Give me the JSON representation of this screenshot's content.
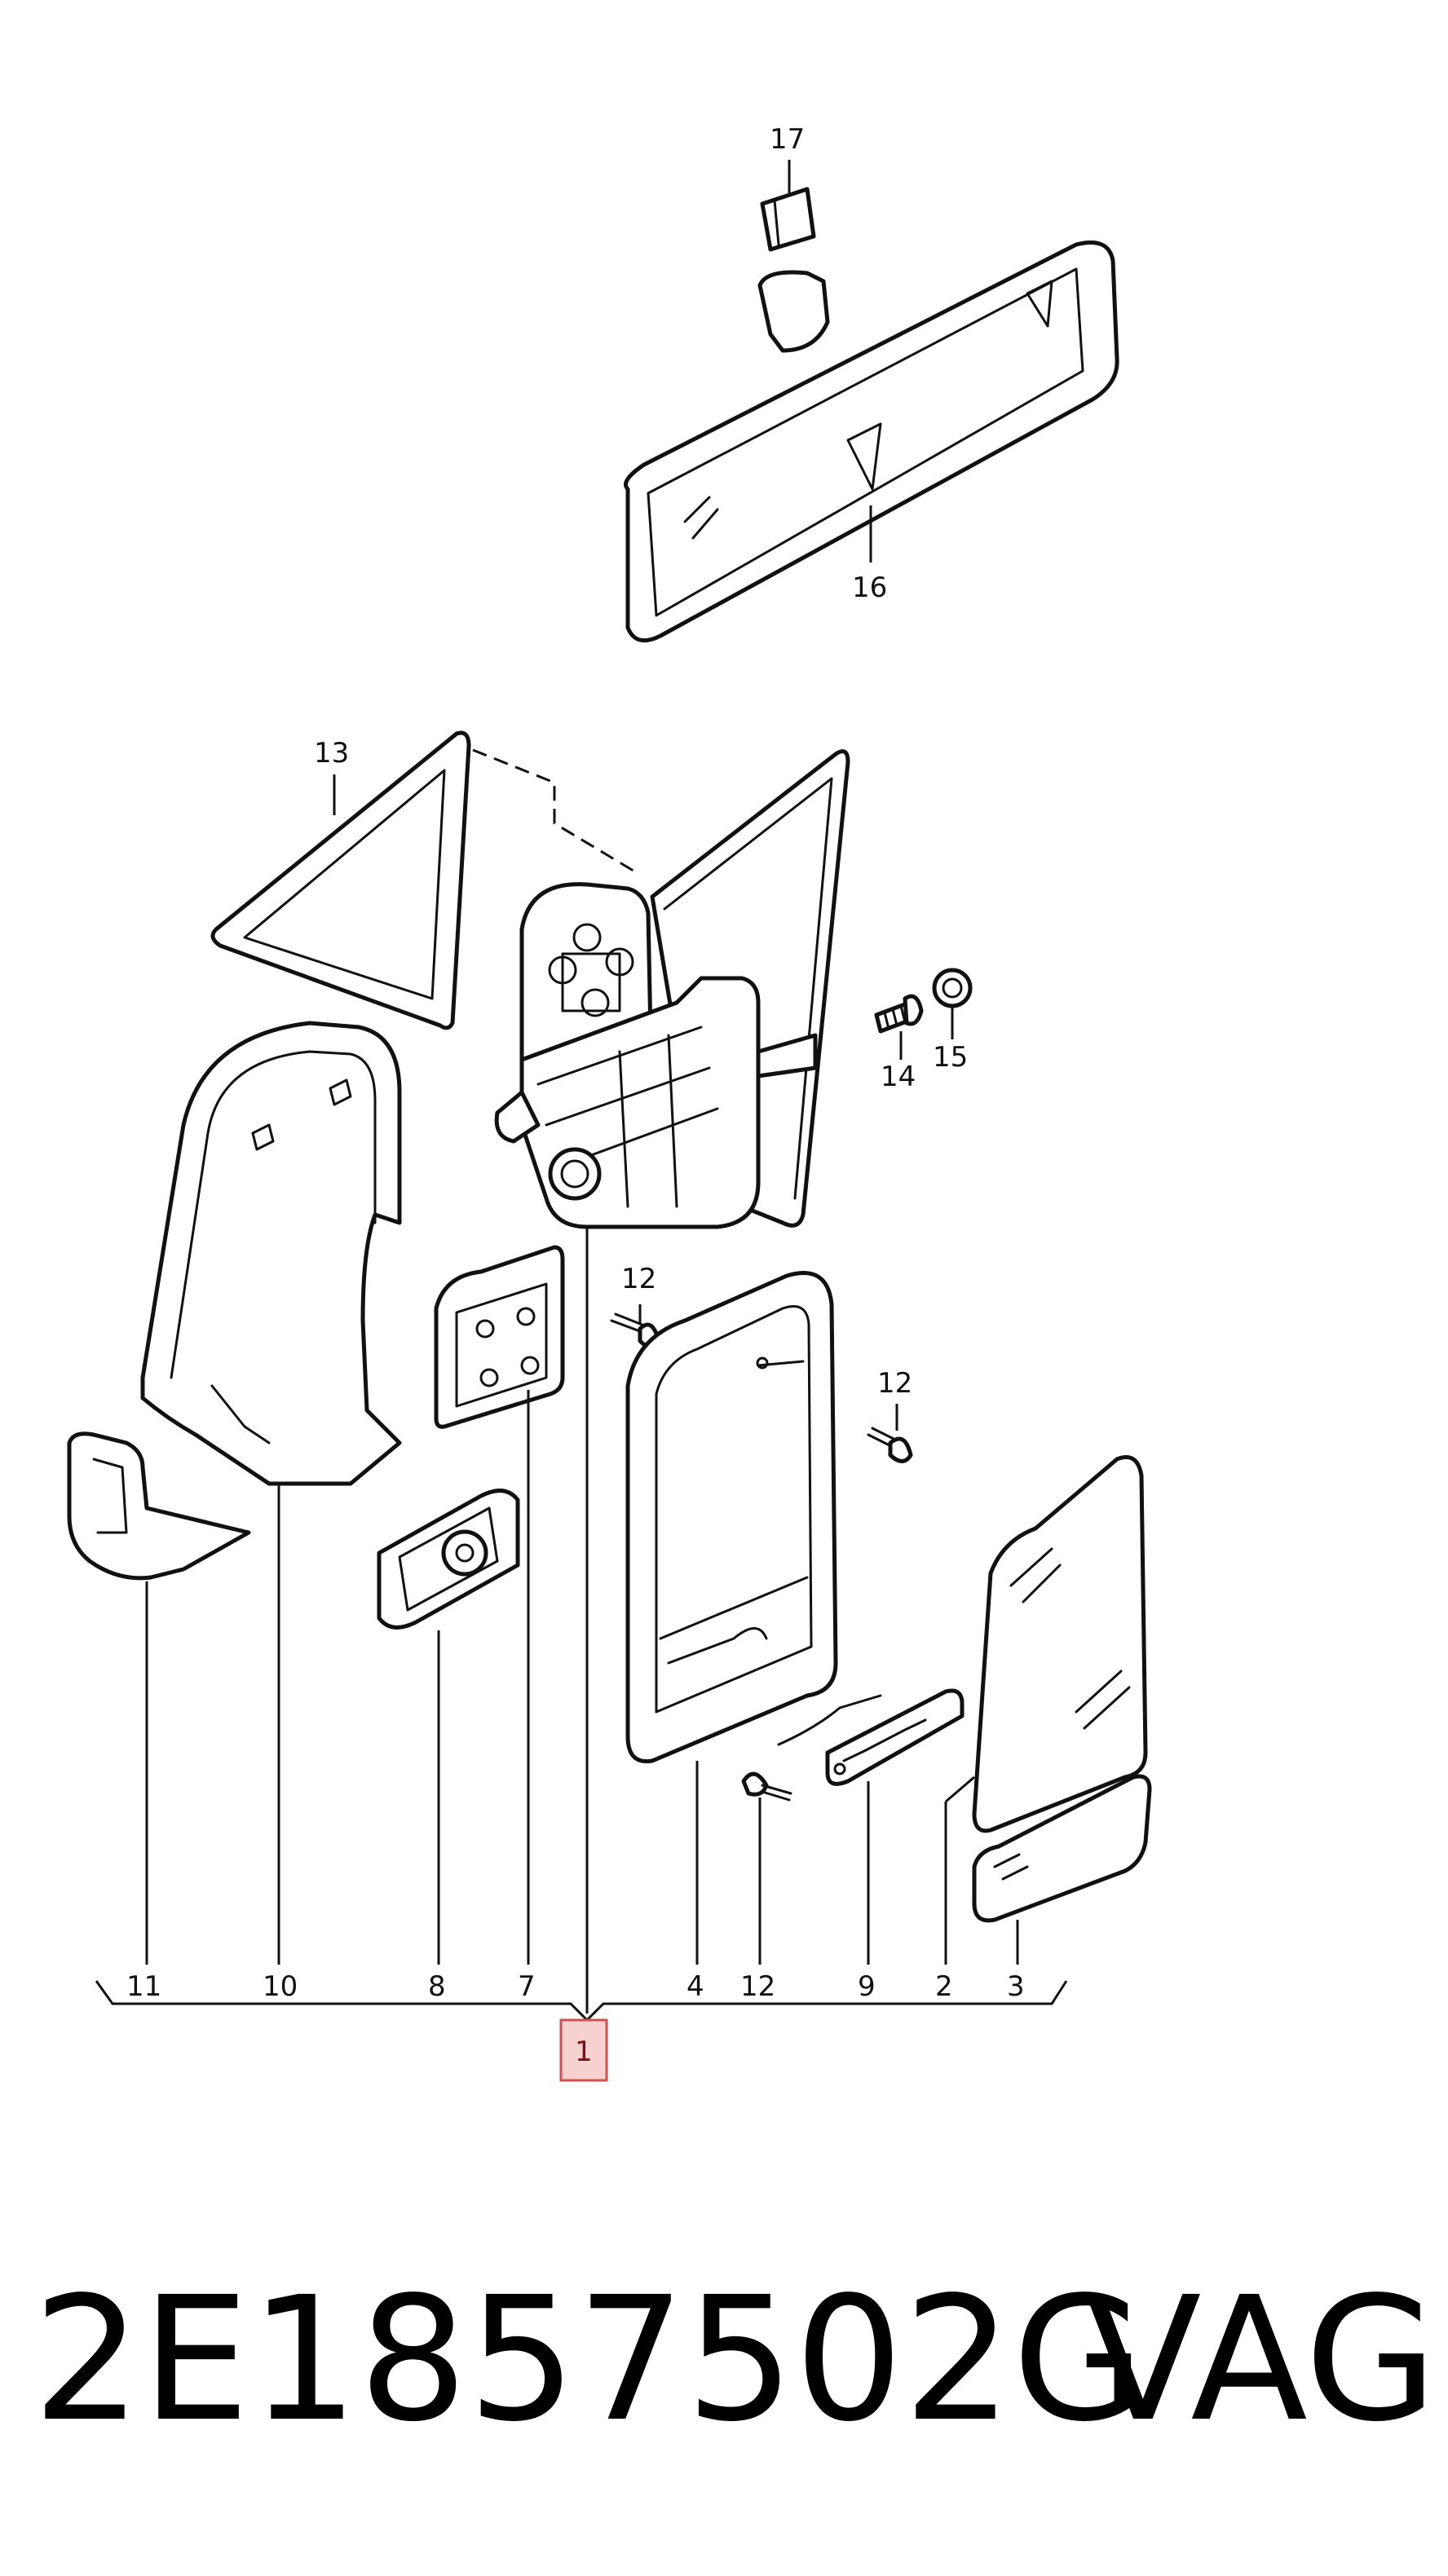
{
  "diagram": {
    "callouts": {
      "c17": "17",
      "c16": "16",
      "c13": "13",
      "c14": "14",
      "c15": "15",
      "c12a": "12",
      "c12b": "12",
      "c11": "11",
      "c10": "10",
      "c8": "8",
      "c7": "7",
      "c4": "4",
      "c12c": "12",
      "c9": "9",
      "c2": "2",
      "c3": "3",
      "c1": "1"
    },
    "highlight_color": "#f7d0d0",
    "highlight_border": "#d05050"
  },
  "footer": {
    "part_number": "2E1857502G",
    "brand": "VAG"
  }
}
